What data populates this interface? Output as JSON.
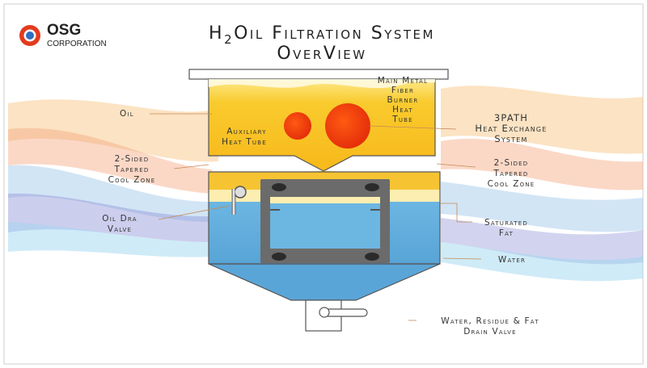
{
  "logo": {
    "name": "OSG",
    "subtitle": "CORPORATION"
  },
  "title": {
    "line1_a": "H",
    "line1_sub": "2",
    "line1_b": "Oil Filtration System",
    "line2": "OverView"
  },
  "labels": {
    "oil": "Oil",
    "aux_1": "Auxiliary",
    "aux_2": "Heat Tube",
    "main_1": "Main Metal",
    "main_2": "Fiber",
    "main_3": "Burner",
    "main_4": "Heat",
    "main_5": "Tube",
    "three_1": "3PATH",
    "three_2": "Heat Exchange",
    "three_3": "System",
    "tl_1": "2-Sided",
    "tl_2": "Tapered",
    "tl_3": "Cool Zone",
    "tr_1": "2-Sided",
    "tr_2": "Tapered",
    "tr_3": "Cool Zone",
    "odv_1": "Oil Dra",
    "odv_2": "Valve",
    "sf_1": "Saturated",
    "sf_2": "Fat",
    "water": "Water",
    "drain_1": "Water, Residue & Fat",
    "drain_2": "Drain Valve"
  },
  "colors": {
    "oil": "#f7be1c",
    "oil_light": "#fde98a",
    "water": "#64aedb",
    "fat": "#fbeeb0",
    "tube": "#e8400c",
    "frame": "#555555",
    "leader": "#d6b27a",
    "brand": "#e33b1e"
  }
}
